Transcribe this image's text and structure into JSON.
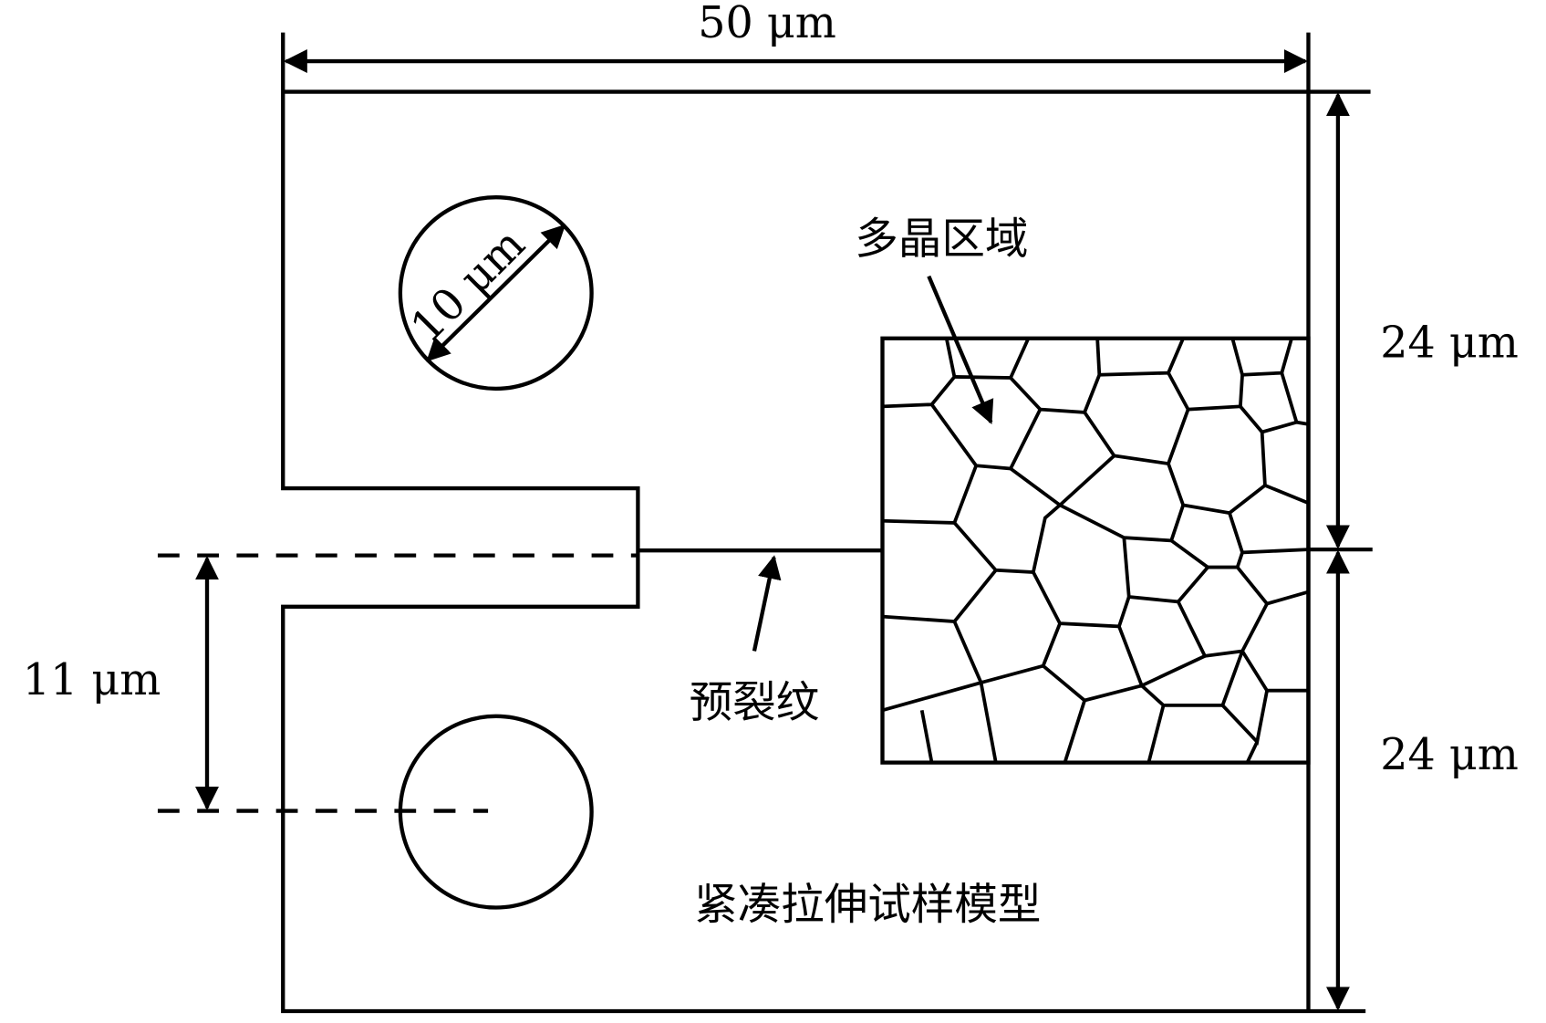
{
  "title": "紧凑拉伸试样模型",
  "labels": {
    "width": "50 μm",
    "upper_height": "24 μm",
    "lower_height": "24 μm",
    "hole_offset": "11 μm",
    "hole_diameter": "10 μm",
    "polycrystal_region": "多晶区域",
    "precrack": "预裂纹"
  }
}
